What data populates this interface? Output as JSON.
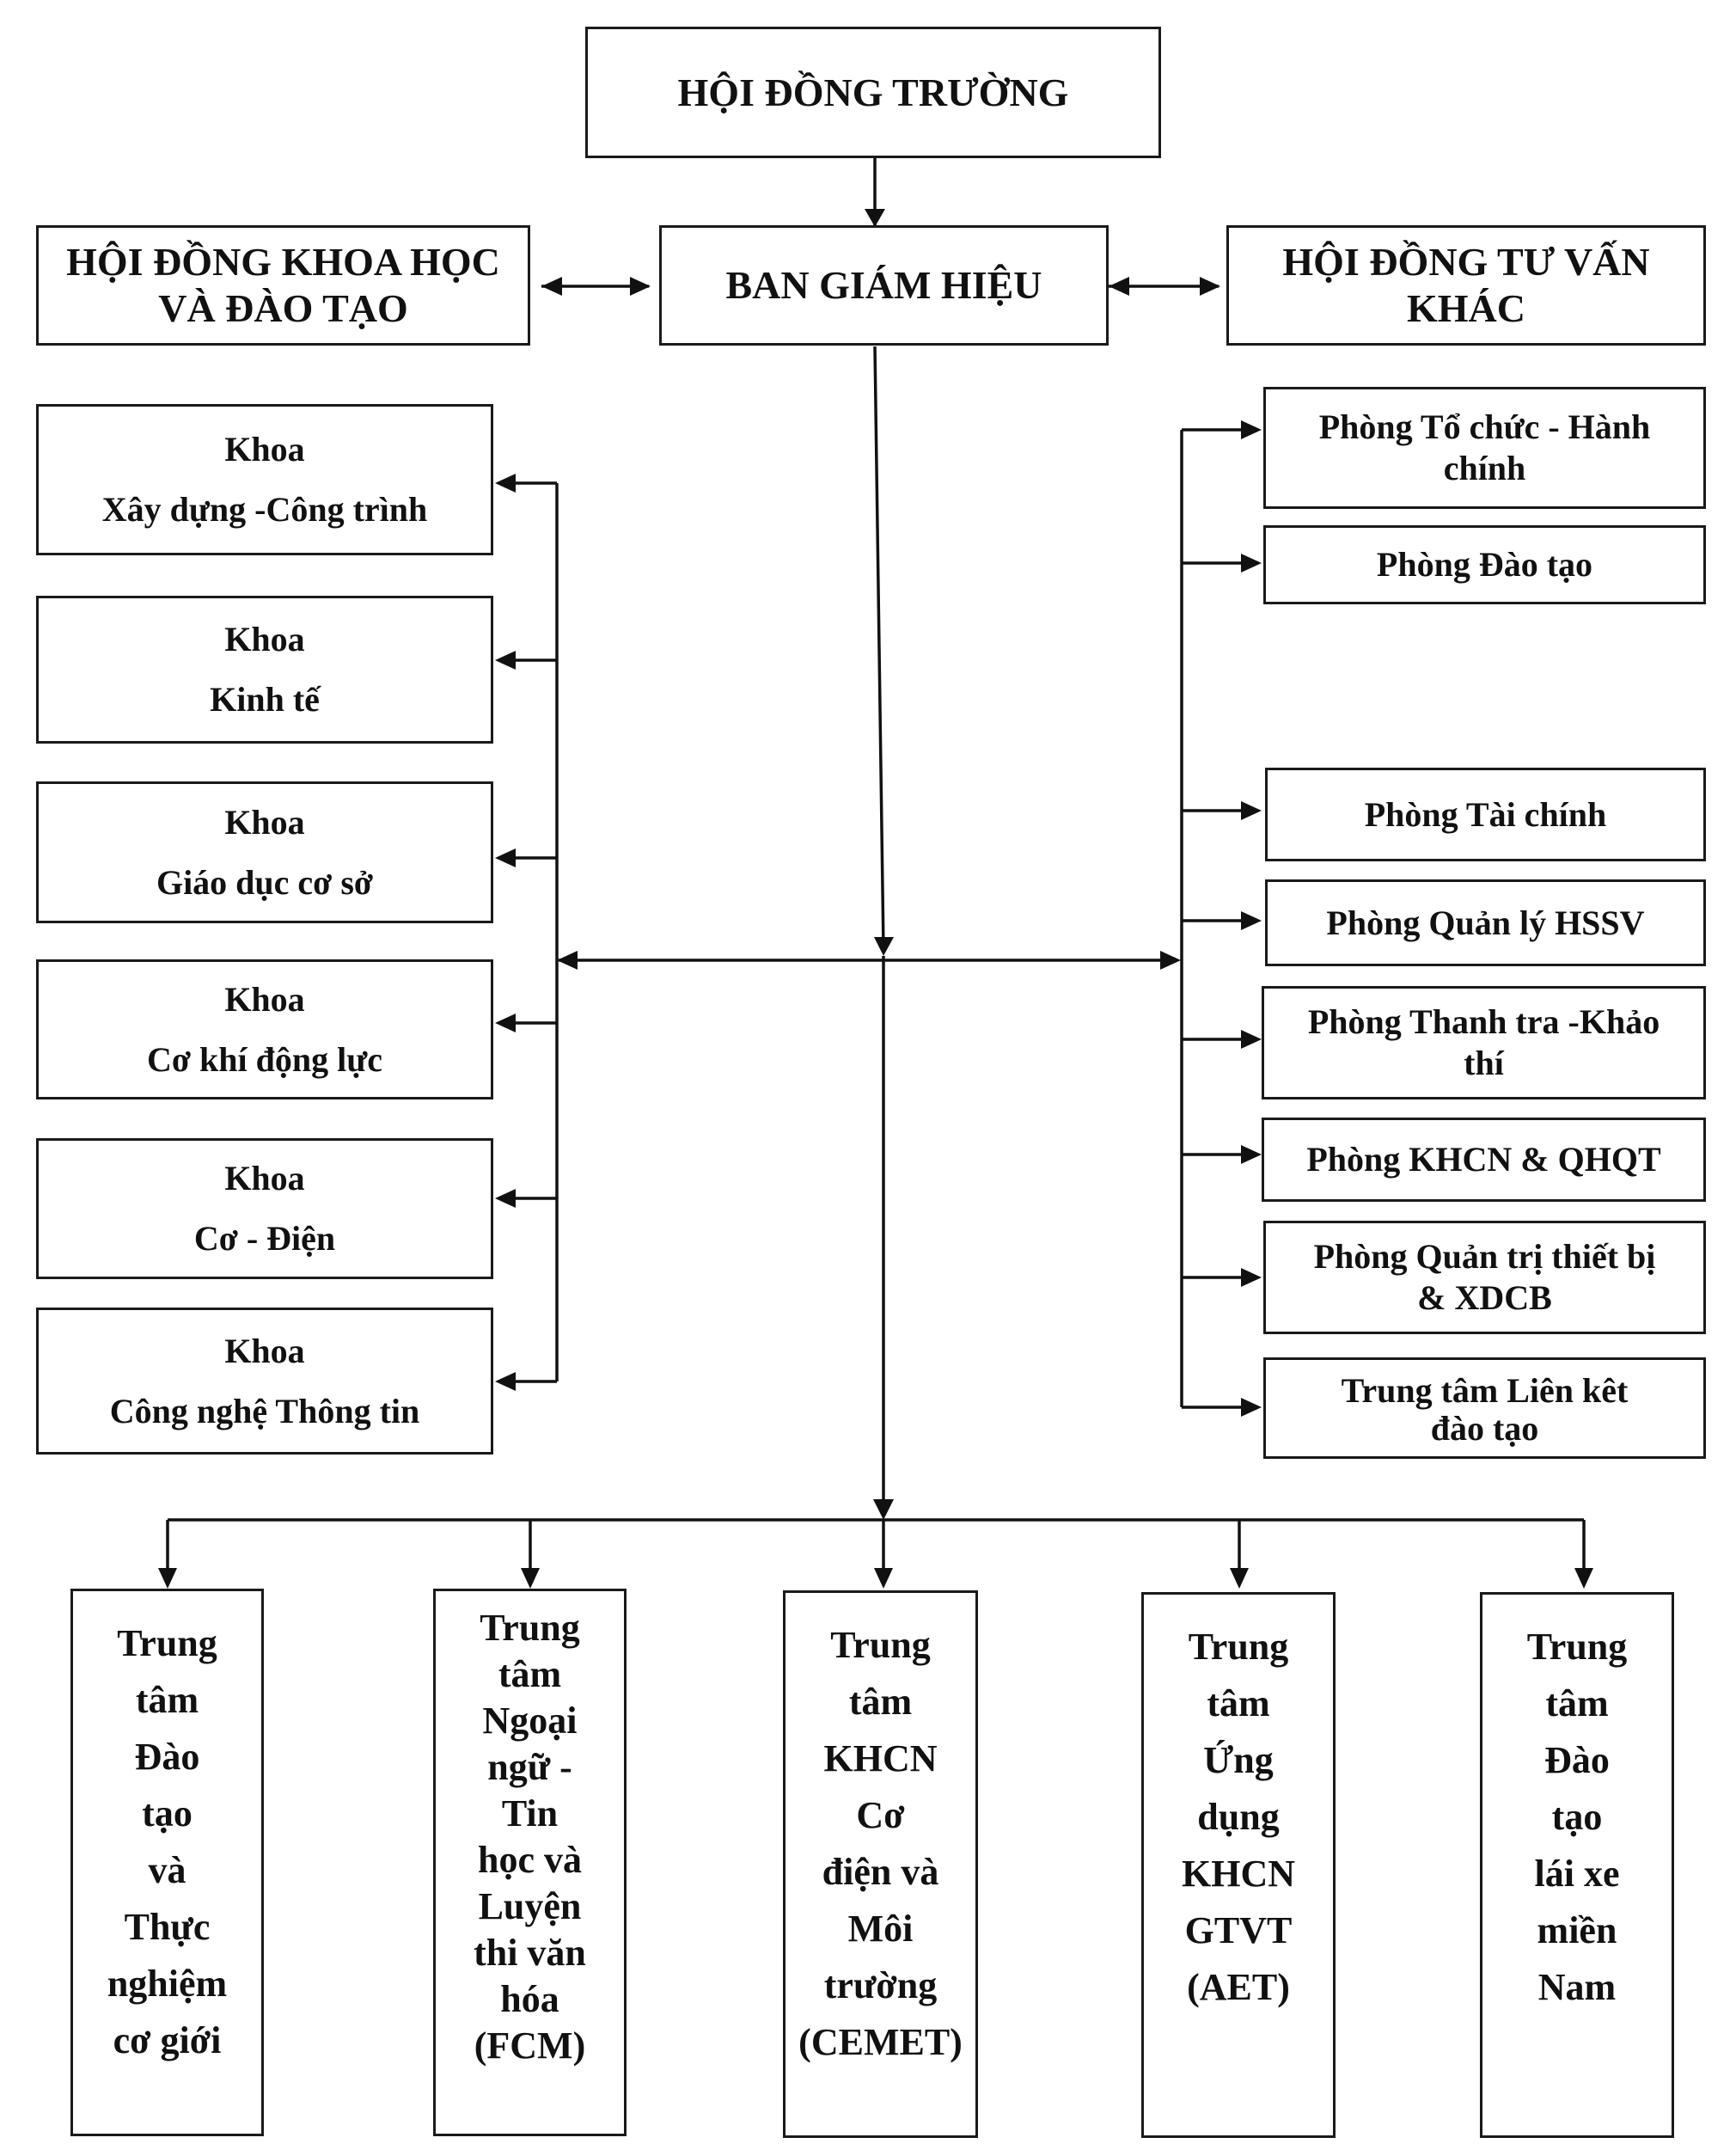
{
  "top": {
    "lines": [
      "HỘI ĐỒNG TRƯỜNG"
    ]
  },
  "hdkh": {
    "lines": [
      "HỘI ĐỒNG KHOA HỌC",
      "VÀ ĐÀO TẠO"
    ]
  },
  "bgh": {
    "lines": [
      "BAN GIÁM HIỆU"
    ]
  },
  "hdtv": {
    "lines": [
      "HỘI ĐỒNG TƯ VẤN",
      "KHÁC"
    ]
  },
  "khoa": [
    {
      "lines": [
        "Khoa",
        "Xây dựng -Công trình"
      ]
    },
    {
      "lines": [
        "Khoa",
        "Kinh tế"
      ]
    },
    {
      "lines": [
        "Khoa",
        "Giáo dục cơ sở"
      ]
    },
    {
      "lines": [
        "Khoa",
        "Cơ khí động lực"
      ]
    },
    {
      "lines": [
        "Khoa",
        "Cơ - Điện"
      ]
    },
    {
      "lines": [
        "Khoa",
        "Công nghệ Thông tin"
      ]
    }
  ],
  "phong": [
    {
      "lines": [
        "Phòng Tổ chức - Hành",
        "chính"
      ]
    },
    {
      "lines": [
        "Phòng Đào tạo"
      ]
    },
    {
      "lines": [
        "Phòng Tài chính"
      ]
    },
    {
      "lines": [
        "Phòng Quản lý HSSV"
      ]
    },
    {
      "lines": [
        "Phòng Thanh tra -Khảo",
        "thí"
      ]
    },
    {
      "lines": [
        "Phòng KHCN & QHQT"
      ]
    },
    {
      "lines": [
        "Phòng Quản trị thiết bị",
        "& XDCB"
      ]
    },
    {
      "lines": [
        "Trung tâm Liên kêt",
        "đào tạo"
      ]
    }
  ],
  "trungtam": [
    {
      "lines": [
        "Trung",
        "tâm",
        "Đào",
        "tạo",
        "và",
        "Thực",
        "nghiệm",
        "cơ giới"
      ]
    },
    {
      "lines": [
        "Trung",
        "tâm",
        "Ngoại",
        "ngữ -",
        "Tin",
        "học và",
        "Luyện",
        "thi văn",
        "hóa",
        "(FCM)"
      ]
    },
    {
      "lines": [
        "Trung",
        "tâm",
        "KHCN",
        "Cơ",
        "điện và",
        "Môi",
        "trường",
        "(CEMET)"
      ]
    },
    {
      "lines": [
        "Trung",
        "tâm",
        "Ứng",
        "dụng",
        "KHCN",
        "GTVT",
        "(AET)"
      ]
    },
    {
      "lines": [
        "Trung",
        "tâm",
        "Đào",
        "tạo",
        "lái xe",
        "miền",
        "Nam"
      ]
    }
  ]
}
